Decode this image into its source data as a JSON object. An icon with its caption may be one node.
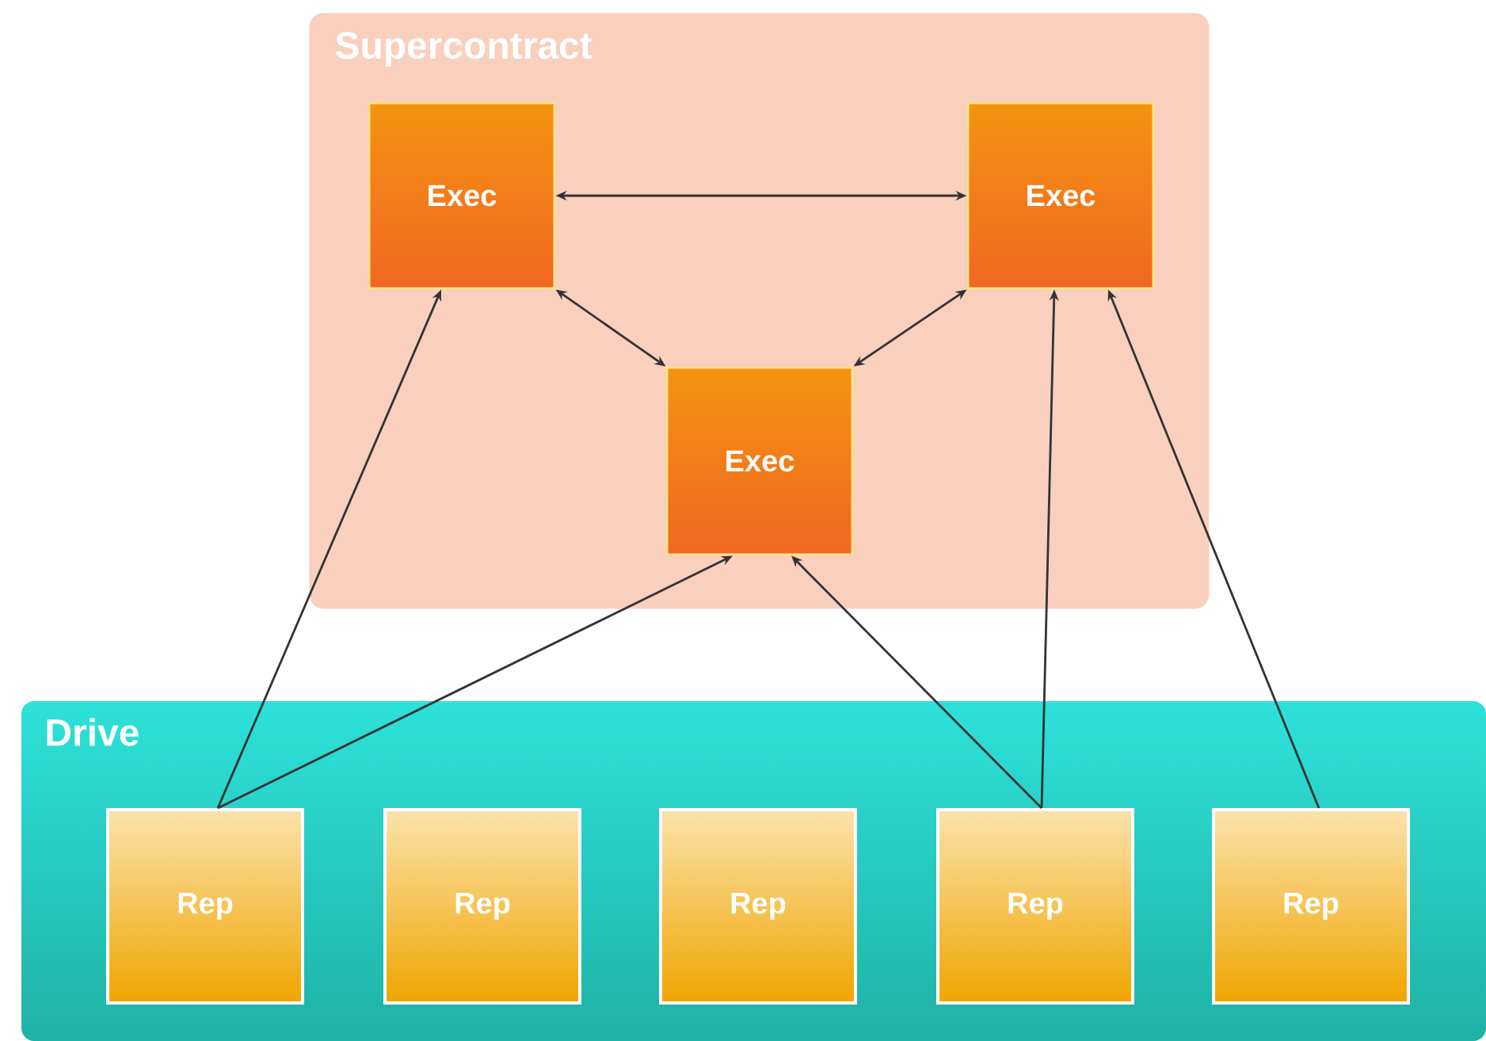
{
  "diagram": {
    "nodes": [
      {
        "text": [
          "Supercontract"
        ]
      },
      {
        "text": [
          "Exec"
        ],
        "in": 0
      },
      {
        "text": [
          "Exec"
        ],
        "in": 0
      },
      {
        "text": [
          "Exec"
        ],
        "in": 0
      },
      {
        "text": [
          "Drive"
        ]
      },
      {
        "text": [
          "Rep"
        ],
        "in": 4
      },
      {
        "text": [
          "Rep"
        ],
        "in": 4
      },
      {
        "text": [
          "Rep"
        ],
        "in": 4
      },
      {
        "text": [
          "Rep"
        ],
        "in": 4
      },
      {
        "text": [
          "Rep"
        ],
        "in": 4
      }
    ],
    "edges": [
      {
        "from": 1,
        "to": 2,
        "arrow": "both"
      },
      {
        "from": 1,
        "to": 3,
        "arrow": "both"
      },
      {
        "from": 2,
        "to": 3,
        "arrow": "both"
      },
      {
        "from": 5,
        "to": 1,
        "arrow": "to"
      },
      {
        "from": 5,
        "to": 3,
        "arrow": "to"
      },
      {
        "from": 8,
        "to": 3,
        "arrow": "to"
      },
      {
        "from": 8,
        "to": 2,
        "arrow": "to"
      },
      {
        "from": 9,
        "to": 2,
        "arrow": "to"
      }
    ]
  }
}
